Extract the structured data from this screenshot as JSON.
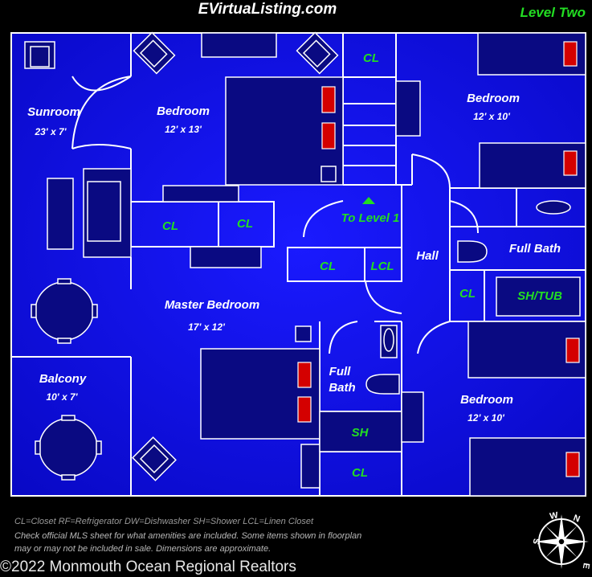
{
  "header": {
    "site": "EVirtuaListing.com",
    "level": "Level Two"
  },
  "rooms": {
    "sunroom": {
      "name": "Sunroom",
      "dims": "23' x 7'"
    },
    "bedroom_nw": {
      "name": "Bedroom",
      "dims": "12' x 13'"
    },
    "bedroom_ne": {
      "name": "Bedroom",
      "dims": "12' x 10'"
    },
    "master": {
      "name": "Master Bedroom",
      "dims": "17' x 12'"
    },
    "balcony": {
      "name": "Balcony",
      "dims": "10' x 7'"
    },
    "bedroom_se": {
      "name": "Bedroom",
      "dims": "12' x 10'"
    },
    "hall": {
      "name": "Hall"
    },
    "full_bath_east": {
      "name": "Full Bath"
    },
    "full_bath_center": {
      "line1": "Full",
      "line2": "Bath"
    },
    "stairs": {
      "name": "To Level 1"
    }
  },
  "fixtures": {
    "closet": "CL",
    "linen_closet": "LCL",
    "shower": "SH",
    "shower_tub": "SH/TUB"
  },
  "colors": {
    "floor": "#0b0bd6",
    "furniture": "#0a0a82",
    "walls": "#ffffff",
    "room_labels": "#ffffff",
    "fixture_labels": "#22dd22",
    "lamp": "#d40000"
  },
  "footer": {
    "legend": "CL=Closet RF=Refrigerator  DW=Dishwasher  SH=Shower  LCL=Linen Closet",
    "disclaimer": "Check official MLS sheet for what amenities are included. Some items shown in floorplan may or may not be included in sale. Dimensions are approximate.",
    "copyright": "©2022 Monmouth Ocean Regional Realtors"
  },
  "compass": {
    "n": "N",
    "e": "E",
    "s": "S",
    "w": "W"
  }
}
